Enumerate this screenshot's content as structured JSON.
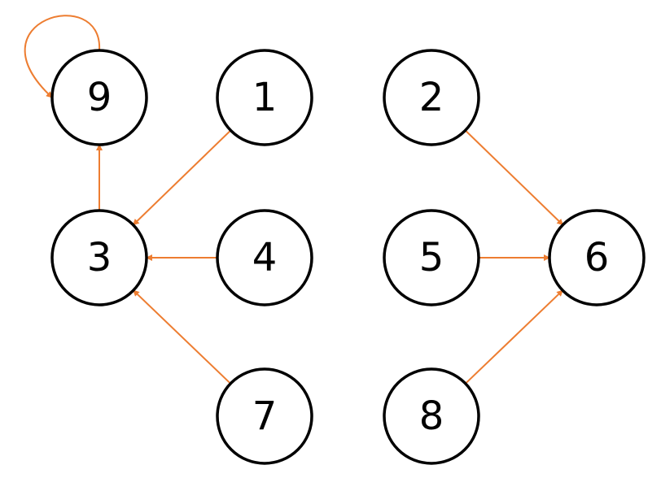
{
  "graph": {
    "edge_color": "#ED7D31",
    "node_stroke_color": "#000000",
    "node_fill_color": "#FFFFFF",
    "nodes": [
      {
        "id": "9",
        "label": "9"
      },
      {
        "id": "1",
        "label": "1"
      },
      {
        "id": "2",
        "label": "2"
      },
      {
        "id": "3",
        "label": "3"
      },
      {
        "id": "4",
        "label": "4"
      },
      {
        "id": "5",
        "label": "5"
      },
      {
        "id": "6",
        "label": "6"
      },
      {
        "id": "7",
        "label": "7"
      },
      {
        "id": "8",
        "label": "8"
      }
    ],
    "edges": [
      {
        "from": "9",
        "to": "9",
        "directed": true
      },
      {
        "from": "1",
        "to": "3",
        "directed": true
      },
      {
        "from": "3",
        "to": "9",
        "directed": true
      },
      {
        "from": "4",
        "to": "3",
        "directed": true
      },
      {
        "from": "7",
        "to": "3",
        "directed": true
      },
      {
        "from": "2",
        "to": "6",
        "directed": true
      },
      {
        "from": "5",
        "to": "6",
        "directed": true
      },
      {
        "from": "8",
        "to": "6",
        "directed": true
      }
    ]
  }
}
